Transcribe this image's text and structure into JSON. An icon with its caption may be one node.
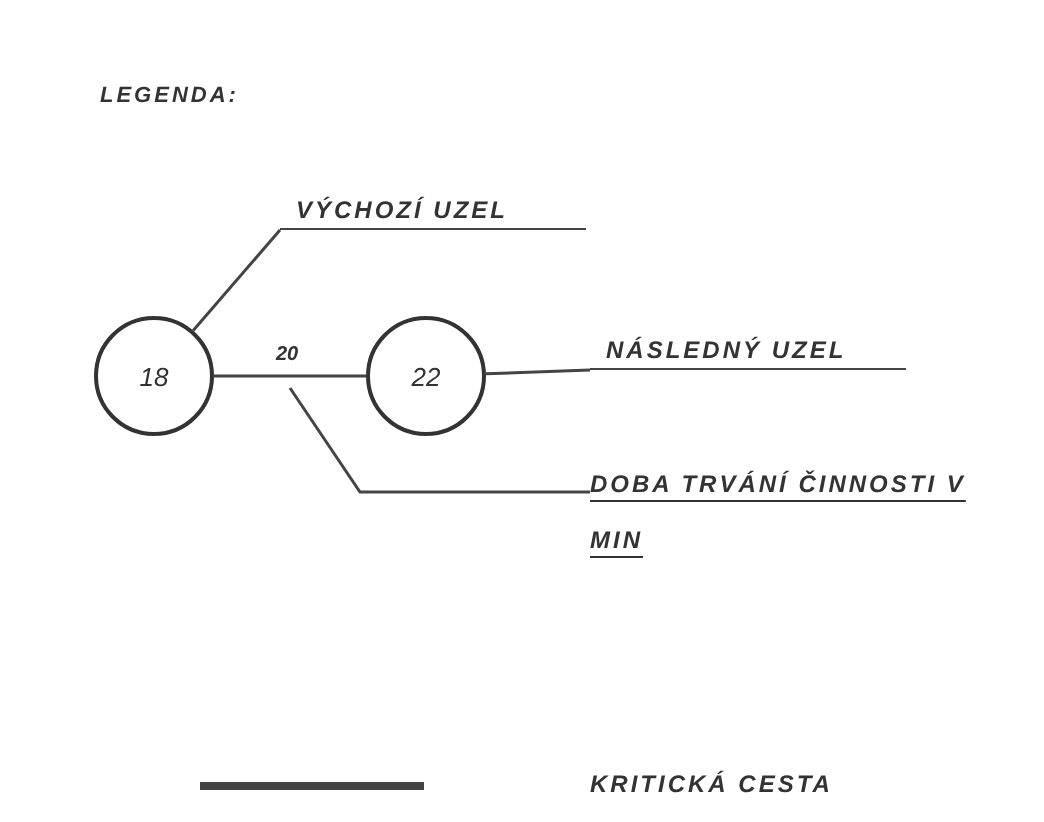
{
  "diagram": {
    "title": "LEGENDA:",
    "nodes": [
      {
        "text": [
          "VÝCHOZÍ UZEL"
        ]
      },
      {
        "text": [
          "18"
        ]
      },
      {
        "text": [
          "22"
        ]
      },
      {
        "text": [
          "NÁSLEDNÝ UZEL"
        ]
      },
      {
        "text": [
          "DOBA TRVÁNÍ ČINNOSTI V MIN"
        ]
      }
    ],
    "edges": [
      {
        "from": 0,
        "to": 1,
        "arrow": "none"
      },
      {
        "from": 1,
        "to": 2,
        "label": "20",
        "arrow": "none"
      },
      {
        "from": 3,
        "to": 2,
        "arrow": "none"
      },
      {
        "from": 4,
        "to": null,
        "arrow": "none"
      }
    ],
    "legend": [
      {
        "text": "KRITICKÁ CESTA"
      }
    ]
  }
}
